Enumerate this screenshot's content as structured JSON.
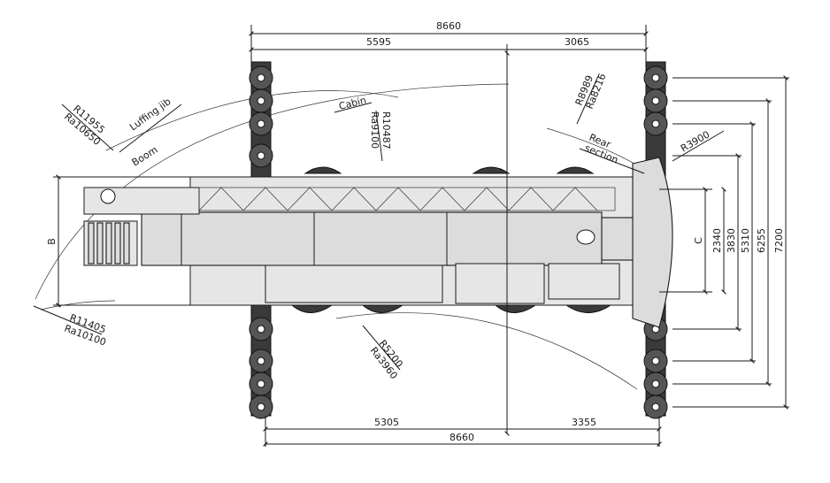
{
  "dimensions": {
    "top_total": "8660",
    "top_left": "5595",
    "top_right": "3065",
    "bottom_left": "5305",
    "bottom_right": "3355",
    "bottom_total": "8660",
    "right_c1": "2340",
    "right_c2": "3830",
    "right_c3": "5310",
    "right_c4": "6255",
    "right_c5": "7200",
    "label_c": "C",
    "label_b": "B"
  },
  "radii": {
    "luffing_jib": {
      "label": "Luffing jib",
      "r": "R11955",
      "ra": "Ra10650"
    },
    "boom": {
      "label": "Boom"
    },
    "cabin": {
      "label": "Cabin",
      "r": "R10487",
      "ra": "Ra9100"
    },
    "rear_section": {
      "label_line1": "Rear",
      "label_line2": "section",
      "r": "R8989",
      "ra": "Ra8216"
    },
    "counterweight": {
      "r": "R3900"
    },
    "front_lower": {
      "r": "R11405",
      "ra": "Ra10100"
    },
    "carrier": {
      "r": "R5200",
      "ra": "Ra3960"
    }
  }
}
